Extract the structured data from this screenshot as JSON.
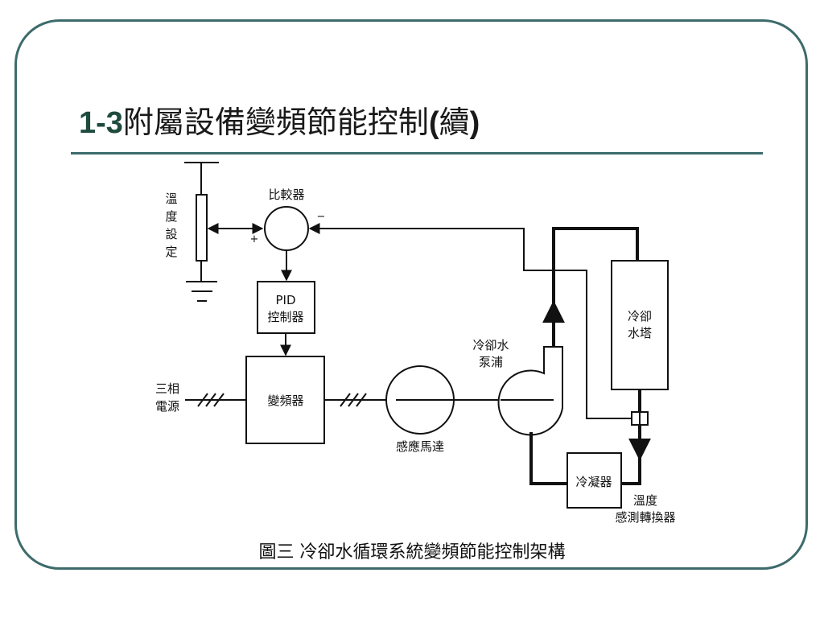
{
  "slide": {
    "title_number": "1-3",
    "title_text": "附屬設備變頻節能控制",
    "title_open": "(",
    "title_paren_text": "續",
    "title_close": ")",
    "caption": "圖三 冷卻水循環系統變頻節能控制架構"
  },
  "diagram": {
    "temp_setting": [
      "溫",
      "度",
      "設",
      "定"
    ],
    "comparator": "比較器",
    "plus": "+",
    "minus": "−",
    "pid_line1": "PID",
    "pid_line2": "控制器",
    "three_phase_line1": "三相",
    "three_phase_line2": "電源",
    "inverter": "變頻器",
    "induction_motor": "感應馬達",
    "pump_line1": "冷卻水",
    "pump_line2": "泵浦",
    "tower_line1": "冷卻",
    "tower_line2": "水塔",
    "condenser": "冷凝器",
    "sensor_line1": "溫度",
    "sensor_line2": "感測轉換器"
  },
  "colors": {
    "frame": "#3d6b6b",
    "title_number": "#1f4a3e",
    "lines": "#111111"
  }
}
